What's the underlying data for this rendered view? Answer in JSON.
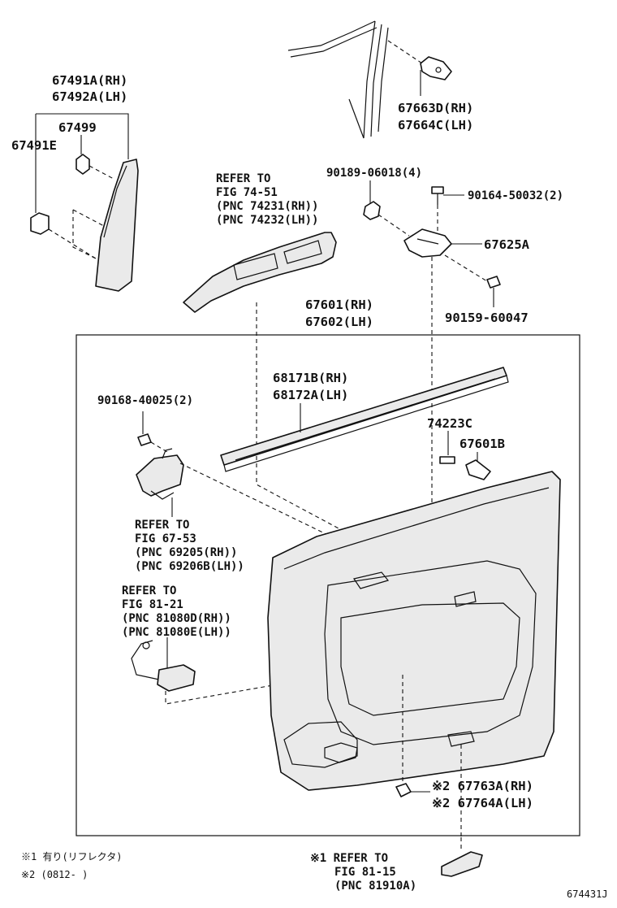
{
  "labels": {
    "p67491a": "67491A(RH)",
    "p67492a": "67492A(LH)",
    "p67499": "67499",
    "p67491e": "67491E",
    "p67663d": "67663D(RH)",
    "p67664c": "67664C(LH)",
    "ref7451_1": "REFER TO",
    "ref7451_2": "FIG 74-51",
    "ref7451_3": "(PNC 74231(RH))",
    "ref7451_4": "(PNC 74232(LH))",
    "p90189": "90189-06018(4)",
    "p90164": "90164-50032(2)",
    "p67625a": "67625A",
    "p67601": "67601(RH)",
    "p67602": "67602(LH)",
    "p90159": "90159-60047",
    "p68171b": "68171B(RH)",
    "p68172a": "68172A(LH)",
    "p90168": "90168-40025(2)",
    "p74223c": "74223C",
    "p67601b": "67601B",
    "ref6753_1": "REFER TO",
    "ref6753_2": "FIG 67-53",
    "ref6753_3": "(PNC 69205(RH))",
    "ref6753_4": "(PNC 69206B(LH))",
    "ref8121_1": "REFER TO",
    "ref8121_2": "FIG 81-21",
    "ref8121_3": "(PNC 81080D(RH))",
    "ref8121_4": "(PNC 81080E(LH))",
    "p67763a": "※2 67763A(RH)",
    "p67764a": "※2 67764A(LH)",
    "ref8115_1": "※1 REFER TO",
    "ref8115_2": "FIG 81-15",
    "ref8115_3": "(PNC 81910A)"
  },
  "notes": {
    "note1": "※1 有り(リフレクタ)",
    "note2": "※2 (0812-      )"
  },
  "diagram_id": "674431J"
}
